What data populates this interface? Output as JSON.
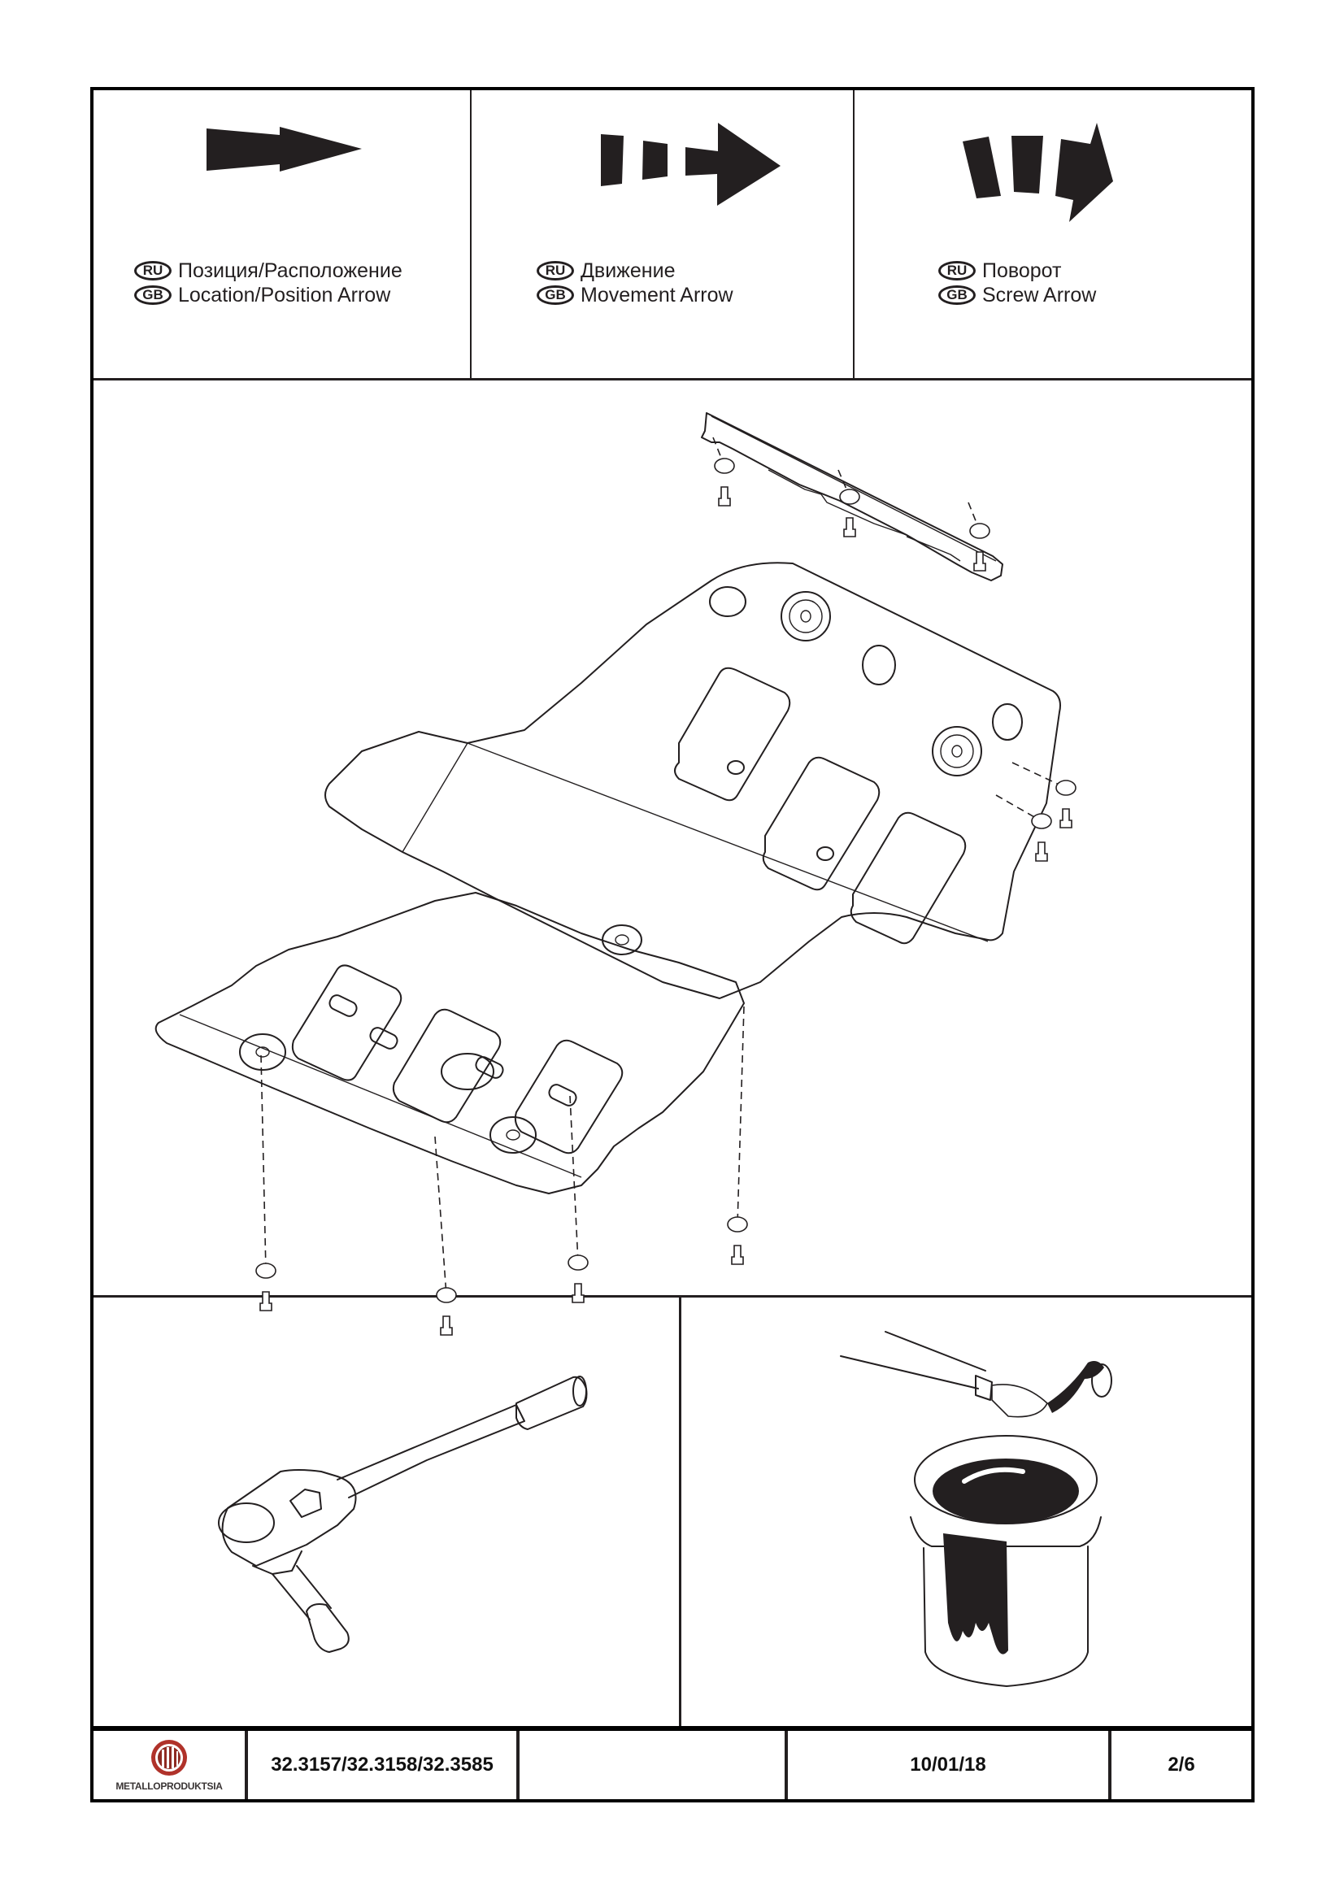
{
  "legend": [
    {
      "arrow_icon": "location-arrow-icon",
      "lines": [
        {
          "badge": "RU",
          "text": "Позиция/Расположение"
        },
        {
          "badge": "GB",
          "text": "Location/Position Arrow"
        }
      ]
    },
    {
      "arrow_icon": "movement-arrow-icon",
      "lines": [
        {
          "badge": "RU",
          "text": "Движение"
        },
        {
          "badge": "GB",
          "text": "Movement Arrow"
        }
      ]
    },
    {
      "arrow_icon": "screw-arrow-icon",
      "lines": [
        {
          "badge": "RU",
          "text": "Поворот"
        },
        {
          "badge": "GB",
          "text": "Screw Arrow"
        }
      ]
    }
  ],
  "diagram": {
    "subject": "skid-plate-assembly-exploded-view",
    "fastener_sets_shown": 9
  },
  "tools": [
    {
      "icon": "ratchet-wrench-icon"
    },
    {
      "icon": "paint-brush-and-can-icon"
    }
  ],
  "footer": {
    "company": "METALLOPRODUKTSIA",
    "brand_color": "#b0322a",
    "part_numbers": "32.3157/32.3158/32.3585",
    "blank": "",
    "date": "10/01/18",
    "page": "2/6"
  }
}
